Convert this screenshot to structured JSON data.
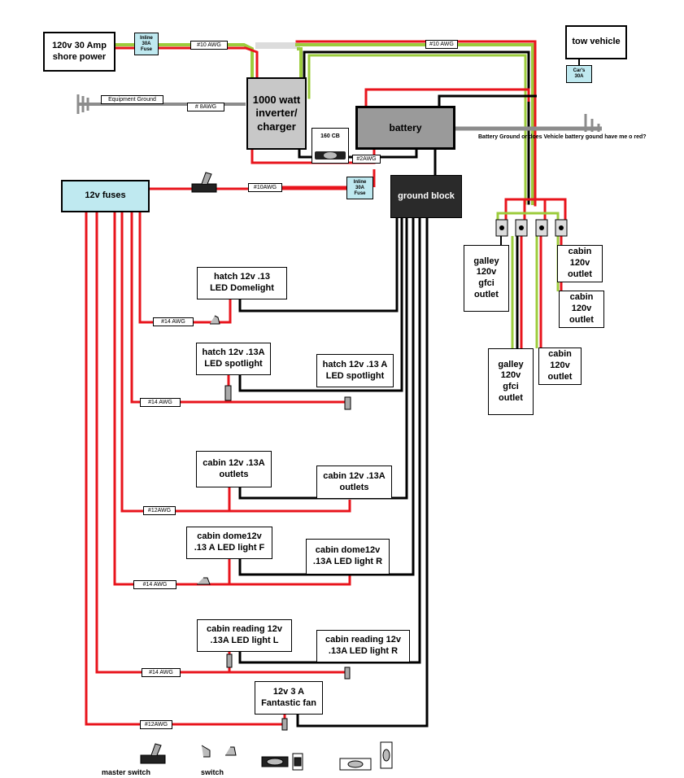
{
  "components": {
    "shore_power": "120v 30 Amp\nshore power",
    "inline_fuse_top": "Inline\n30A\nFuse",
    "inverter": "1000 watt\ninverter/\ncharger",
    "battery": "battery",
    "tow_vehicle": "tow vehicle",
    "cars_fuse": "Car's\n30A",
    "cb": "160 CB",
    "fuses_panel": "12v fuses",
    "inline_fuse_mid": "Inline\n30A\nFuse",
    "ground_block": "ground block",
    "battery_ground_note": "Battery Ground or does Vehicle battery gound have me o      red?"
  },
  "wire_labels": {
    "awg10_a": "#10 AWG",
    "awg10_b": "#10 AWG",
    "equipment_ground": "Equipment Ground",
    "awg8": "# 8AWG",
    "awg2": "#2AWG",
    "awg10_c": "#10AWG",
    "awg14_a": "#14 AWG",
    "awg14_b": "#14 AWG",
    "awg12_a": "#12AWG",
    "awg14_c": "#14 AWG",
    "awg14_d": "#14 AWG",
    "awg12_b": "#12AWG"
  },
  "loads": {
    "hatch_dome": "hatch 12v .13\nLED Domelight",
    "hatch_spot_l": "hatch 12v .13A\nLED spotlight",
    "hatch_spot_r": "hatch 12v .13 A\nLED spotlight",
    "cabin_outlets_l": "cabin 12v .13A\noutlets",
    "cabin_outlets_r": "cabin 12v .13A\noutlets",
    "cabin_dome_f": "cabin dome12v\n.13 A LED light F",
    "cabin_dome_r": "cabin dome12v\n.13A LED light R",
    "reading_l": "cabin reading 12v\n.13A LED light L",
    "reading_r": "cabin reading 12v\n.13A LED light R",
    "fan": "12v 3 A\nFantastic fan"
  },
  "ac_outlets": {
    "galley_a": "galley\n120v\ngfci\noutlet",
    "cabin_a": "cabin\n120v\noutlet",
    "cabin_b": "cabin\n120v\noutlet",
    "galley_b": "galley\n120v\ngfci\noutlet",
    "cabin_c": "cabin\n120v\noutlet"
  },
  "legend": {
    "master_switch": "master switch",
    "switch": "switch"
  },
  "colors": {
    "positive": "#e8141c",
    "negative": "#000000",
    "ac_hot_ground": "#9ccc3c",
    "ground_wire": "#8c8c8c",
    "fuse_fill": "#bfe9f0",
    "inverter_fill": "#c8c8c8",
    "ground_block_fill": "#2a2a2a"
  }
}
